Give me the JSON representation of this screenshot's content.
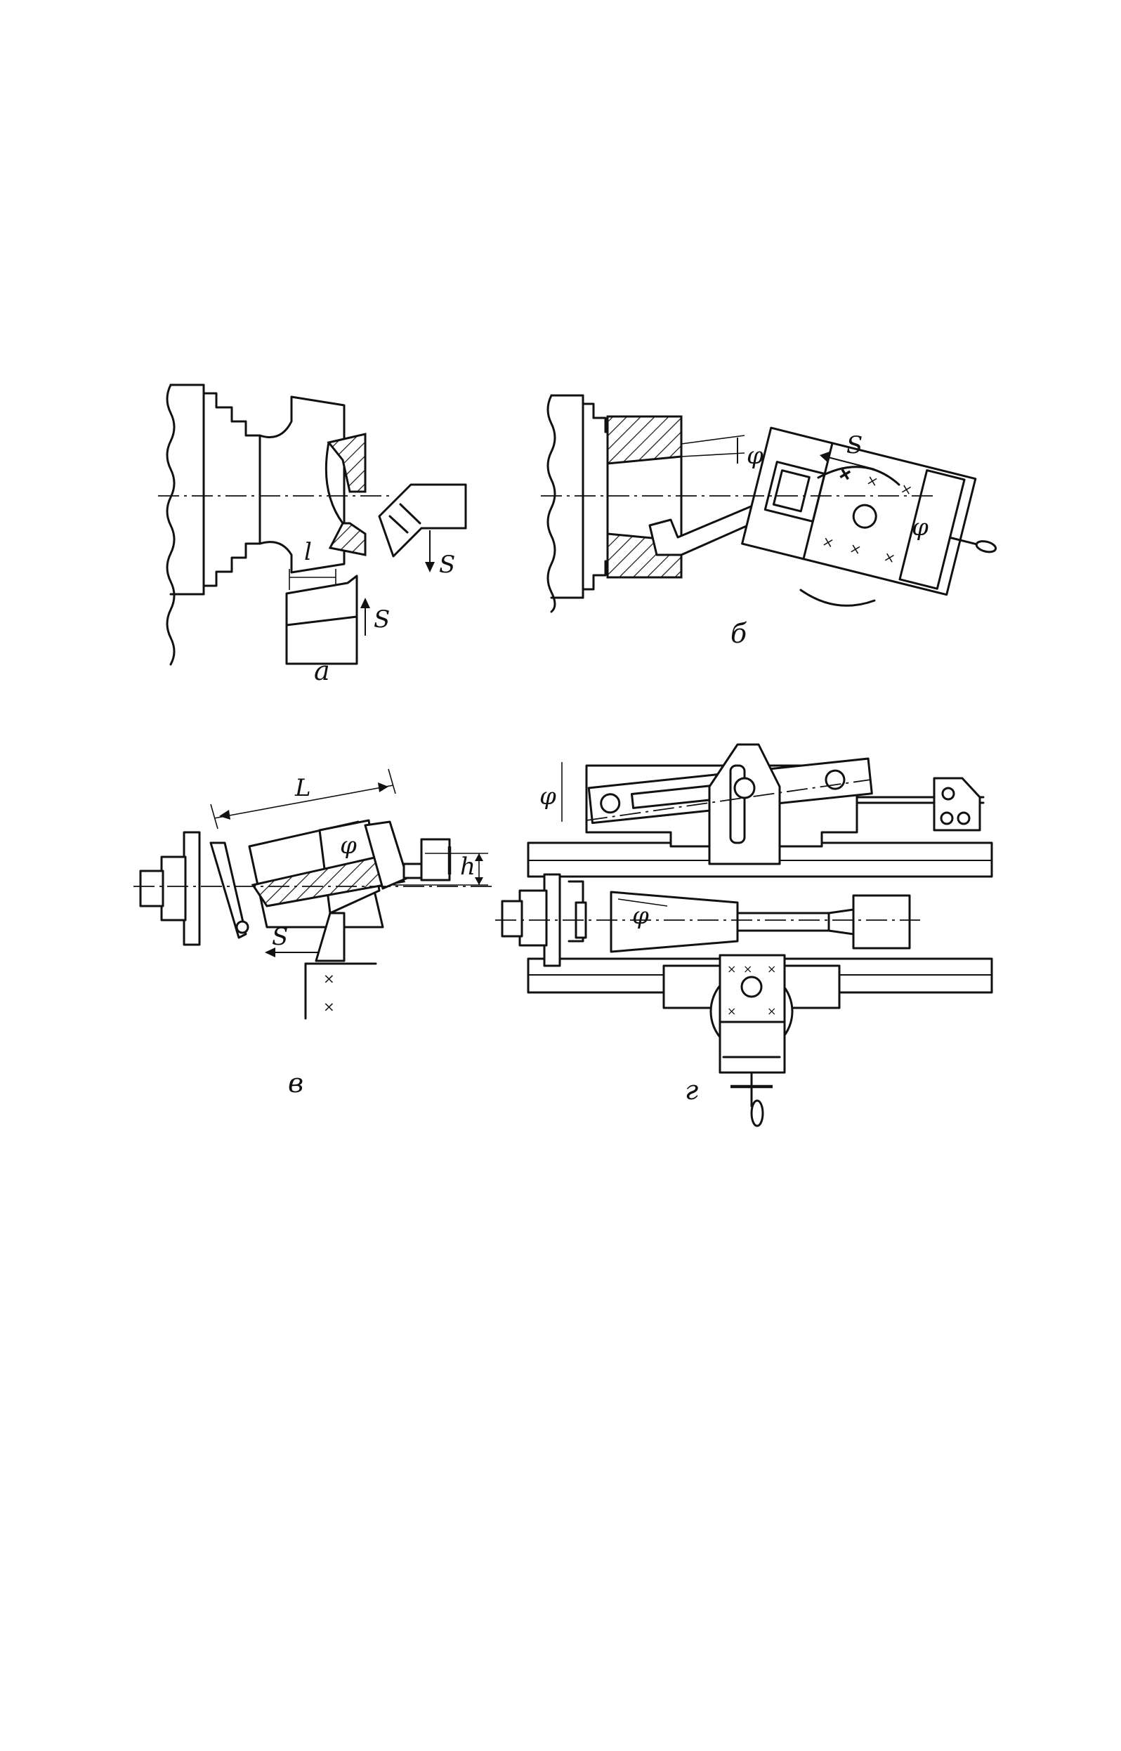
{
  "figure": {
    "panels": [
      {
        "id": "a",
        "caption": "а",
        "labels": {
          "length": "l",
          "feed_axial": "S",
          "feed_cross": "S"
        }
      },
      {
        "id": "b",
        "caption": "б",
        "labels": {
          "angle_workpiece": "φ",
          "angle_slide": "φ",
          "feed": "S"
        }
      },
      {
        "id": "v",
        "caption": "в",
        "labels": {
          "length": "L",
          "offset": "h",
          "angle": "φ",
          "feed": "S"
        }
      },
      {
        "id": "g",
        "caption": "г",
        "labels": {
          "angle_ruler": "φ",
          "angle_workpiece": "φ"
        }
      }
    ]
  }
}
